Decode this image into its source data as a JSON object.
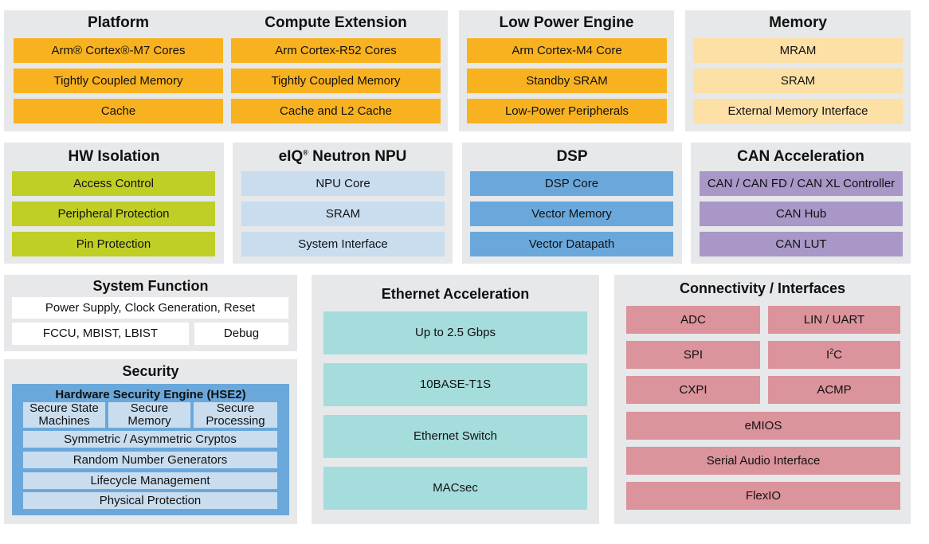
{
  "platform": {
    "title": "Platform",
    "items": [
      "Arm® Cortex®-M7 Cores",
      "Tightly Coupled Memory",
      "Cache"
    ]
  },
  "compute_extension": {
    "title": "Compute Extension",
    "items": [
      "Arm Cortex-R52 Cores",
      "Tightly Coupled Memory",
      "Cache and L2 Cache"
    ]
  },
  "low_power_engine": {
    "title": "Low Power Engine",
    "items": [
      "Arm Cortex-M4 Core",
      "Standby SRAM",
      "Low-Power Peripherals"
    ]
  },
  "memory": {
    "title": "Memory",
    "items": [
      "MRAM",
      "SRAM",
      "External Memory Interface"
    ]
  },
  "hw_isolation": {
    "title": "HW Isolation",
    "items": [
      "Access Control",
      "Peripheral Protection",
      "Pin Protection"
    ]
  },
  "npu": {
    "title_prefix": "eIQ",
    "title_sup": "®",
    "title_suffix": " Neutron NPU",
    "items": [
      "NPU Core",
      "SRAM",
      "System Interface"
    ]
  },
  "dsp": {
    "title": "DSP",
    "items": [
      "DSP Core",
      "Vector Memory",
      "Vector Datapath"
    ]
  },
  "can": {
    "title": "CAN Acceleration",
    "items": [
      "CAN / CAN FD / CAN XL Controller",
      "CAN Hub",
      "CAN LUT"
    ]
  },
  "system_function": {
    "title": "System Function",
    "power": "Power Supply, Clock Generation, Reset",
    "fccu": "FCCU, MBIST, LBIST",
    "debug": "Debug"
  },
  "security": {
    "title": "Security",
    "hse_title": "Hardware Security Engine (HSE2)",
    "col1_line1": "Secure State",
    "col1_line2": "Machines",
    "col2_line1": "Secure",
    "col2_line2": "Memory",
    "col3_line1": "Secure",
    "col3_line2": "Processing",
    "rows": [
      "Symmetric / Asymmetric Cryptos",
      "Random Number Generators",
      "Lifecycle Management",
      "Physical Protection"
    ]
  },
  "ethernet": {
    "title": "Ethernet Acceleration",
    "items": [
      "Up to 2.5 Gbps",
      "10BASE-T1S",
      "Ethernet Switch",
      "MACsec"
    ]
  },
  "connectivity": {
    "title": "Connectivity / Interfaces",
    "adc": "ADC",
    "lin": "LIN / UART",
    "spi": "SPI",
    "i2c_prefix": "I",
    "i2c_sup": "2",
    "i2c_suffix": "C",
    "cxpi": "CXPI",
    "acmp": "ACMP",
    "emios": "eMIOS",
    "sai": "Serial Audio Interface",
    "flexio": "FlexIO"
  }
}
